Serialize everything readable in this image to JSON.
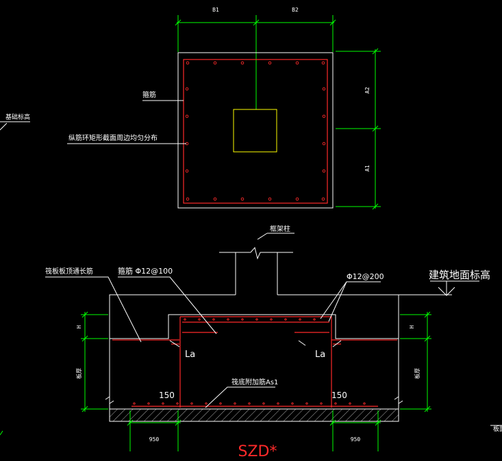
{
  "colors": {
    "background": "#000000",
    "outline": "#ffffff",
    "dimension": "#00ff00",
    "rebar": "#ff2a2a",
    "column": "#ffff00",
    "title": "#ff2a2a"
  },
  "plan": {
    "dim_b1": "B1",
    "dim_b2": "B2",
    "dim_a1": "A1",
    "dim_a2": "A2",
    "label_stirrup": "箍筋",
    "label_longitudinal": "纵筋环矩形截面周边均匀分布"
  },
  "section": {
    "label_column": "框架柱",
    "label_top_bar": "筏板板顶通长筋",
    "label_stirrup": "箍筋 Φ12@100",
    "label_phi": "Φ12@200",
    "label_ground": "建筑地面标高",
    "label_bottom_bar": "筏底附加筋As1",
    "label_la_left": "La",
    "label_la_right": "La",
    "label_150_left": "150",
    "label_150_right": "150",
    "label_h_left": "H",
    "label_h_right": "H",
    "label_raft_left": "板厚",
    "label_raft_right": "板厚",
    "dim_950_left": "950",
    "dim_950_right": "950"
  },
  "left_fragment": "基础标高",
  "right_fragment": "板面",
  "title": "SZD*"
}
